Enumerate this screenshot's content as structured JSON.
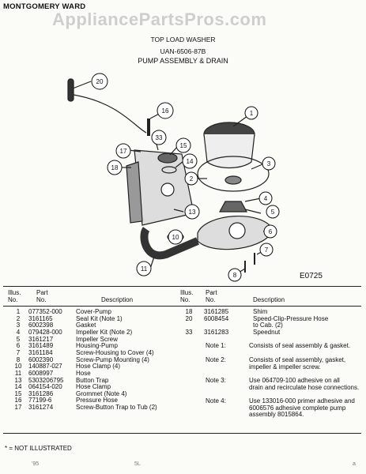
{
  "header": {
    "brand": "MONTGOMERY WARD",
    "watermark": "AppliancePartsPros.com",
    "title": "TOP LOAD WASHER",
    "model": "UAN-6506-87B",
    "section": "PUMP ASSEMBLY & DRAIN"
  },
  "diagram": {
    "code": "E0725",
    "callouts": [
      "1",
      "2",
      "3",
      "4",
      "5",
      "6",
      "7",
      "8",
      "10",
      "11",
      "13",
      "14",
      "15",
      "16",
      "17",
      "18",
      "20",
      "33"
    ]
  },
  "table": {
    "headers": {
      "illus": [
        "Illus.",
        "No."
      ],
      "part": [
        "Part",
        "No."
      ],
      "desc": "Description"
    },
    "left_rows": [
      {
        "illus": "1",
        "part": "077352-000",
        "desc": "Cover-Pump"
      },
      {
        "illus": "2",
        "part": "3161165",
        "desc": "Seal Kit (Note 1)"
      },
      {
        "illus": "3",
        "part": "6002398",
        "desc": "Gasket"
      },
      {
        "illus": "4",
        "part": "079428-000",
        "desc": "Impeller Kit (Note 2)"
      },
      {
        "illus": "5",
        "part": "3161217",
        "desc": "Impeller Screw"
      },
      {
        "illus": "6",
        "part": "3161489",
        "desc": "Housing-Pump"
      },
      {
        "illus": "7",
        "part": "3161184",
        "desc": "Screw-Housing to Cover (4)"
      },
      {
        "illus": "8",
        "part": "6002390",
        "desc": "Screw-Pump Mounting (4)"
      },
      {
        "illus": "10",
        "part": "140887-027",
        "desc": "Hose Clamp (4)"
      },
      {
        "illus": "11",
        "part": "6008997",
        "desc": "Hose"
      },
      {
        "illus": "13",
        "part": "5303206795",
        "desc": "Button Trap"
      },
      {
        "illus": "14",
        "part": "064154-020",
        "desc": "Hose Clamp"
      },
      {
        "illus": "15",
        "part": "3161286",
        "desc": "Grommet (Note 4)"
      },
      {
        "illus": "16",
        "part": "77199-6",
        "desc": "Pressure Hose"
      },
      {
        "illus": "17",
        "part": "3161274",
        "desc": "Screw-Button Trap to Tub (2)"
      }
    ],
    "right_rows": [
      {
        "illus": "18",
        "part": "3161285",
        "desc": "Shim"
      },
      {
        "illus": "20",
        "part": "6008454",
        "desc": "Speed-Clip-Pressure Hose",
        "desc2": "to Cab. (2)"
      },
      {
        "illus": "33",
        "part": "3161283",
        "desc": "Speednut"
      }
    ],
    "notes": [
      {
        "label": "Note 1:",
        "lines": [
          "Consists of seal assembly & gasket."
        ]
      },
      {
        "label": "Note 2:",
        "lines": [
          "Consists of seal assembly, gasket,",
          "impeller & impeller screw."
        ]
      },
      {
        "label": "Note 3:",
        "lines": [
          "Use  064709-100 adhesive on all",
          "drain and recirculate hose connections."
        ]
      },
      {
        "label": "Note 4:",
        "lines": [
          "Use  133016-000 primer adhesive and",
          "6006576 adhesive complete pump",
          "assembly  8015864."
        ]
      }
    ]
  },
  "footnote": "* = NOT ILLUSTRATED",
  "footer": [
    "'95",
    "5L",
    "a"
  ]
}
